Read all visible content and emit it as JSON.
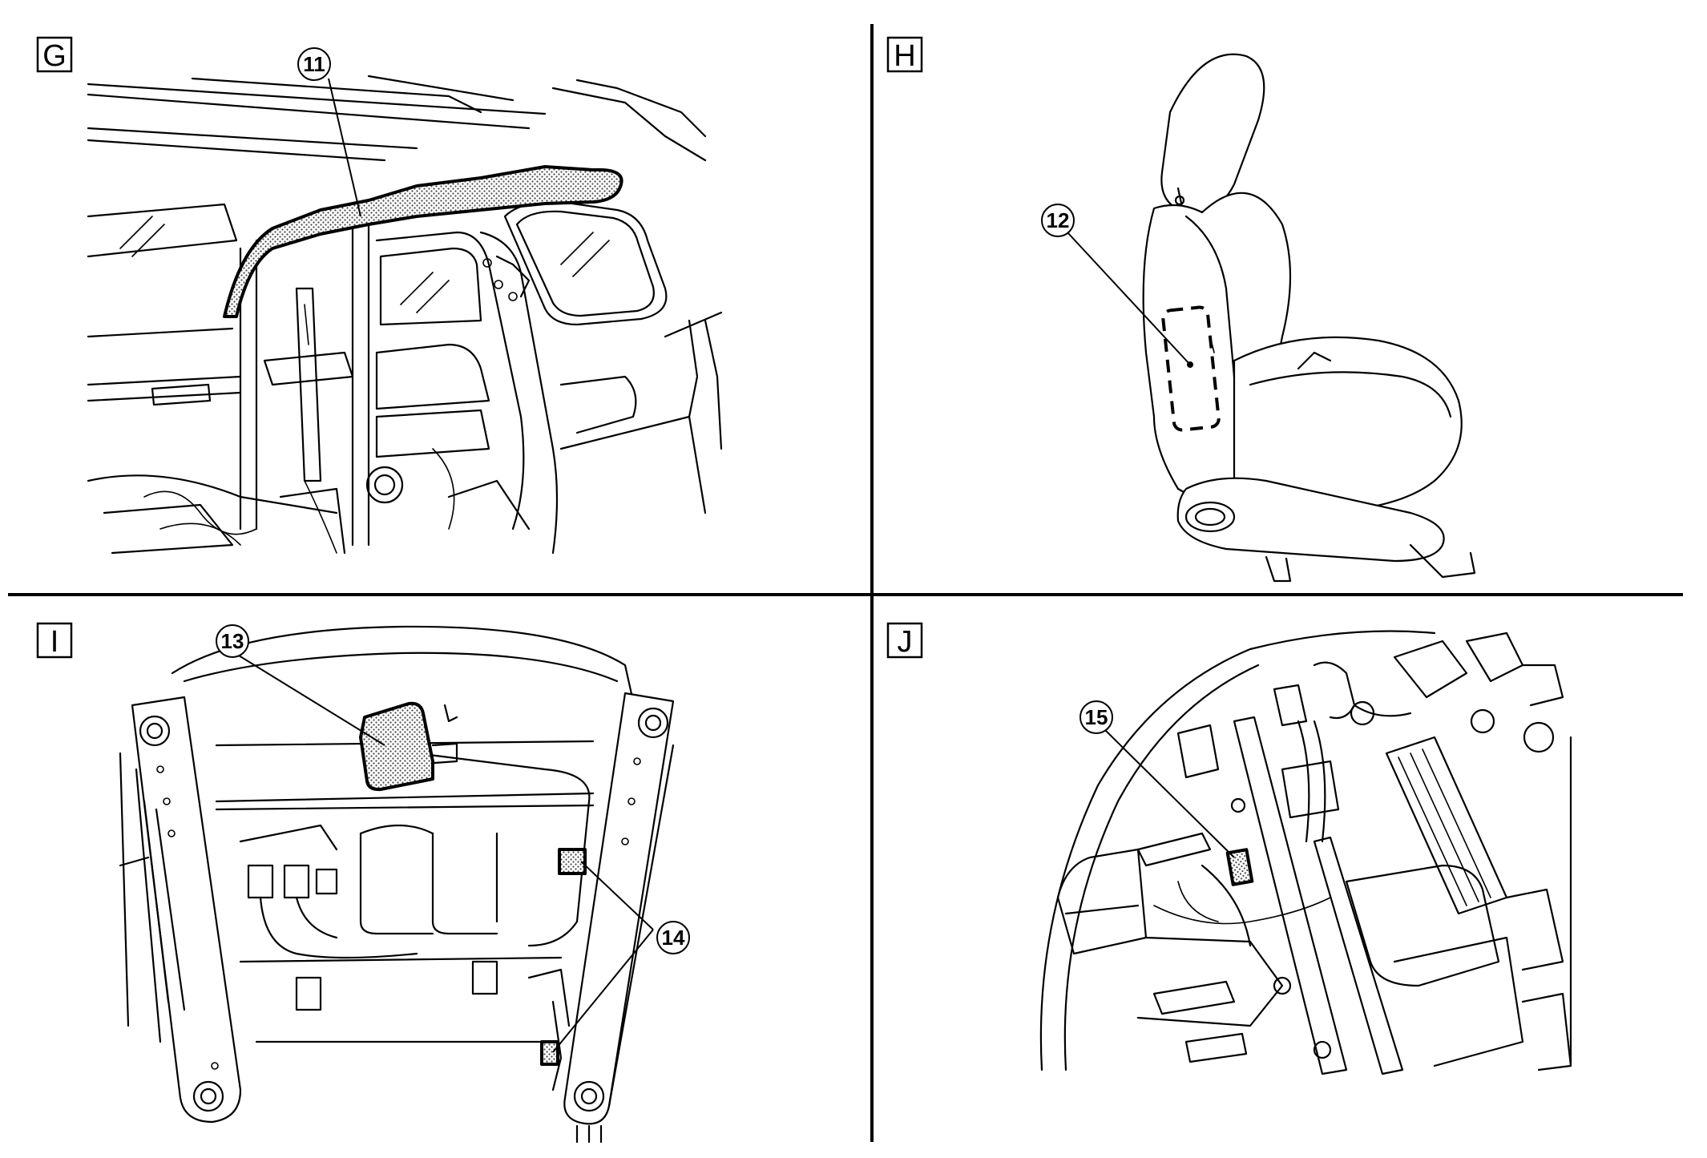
{
  "panels": {
    "g": {
      "letter": "G",
      "callout": "11"
    },
    "h": {
      "letter": "H",
      "callout": "12"
    },
    "i": {
      "letter": "I",
      "callout_a": "13",
      "callout_b": "14"
    },
    "j": {
      "letter": "J",
      "callout": "15"
    }
  },
  "colors": {
    "line": "#000000",
    "background": "#ffffff",
    "highlight_fill": "dotted-gray"
  }
}
